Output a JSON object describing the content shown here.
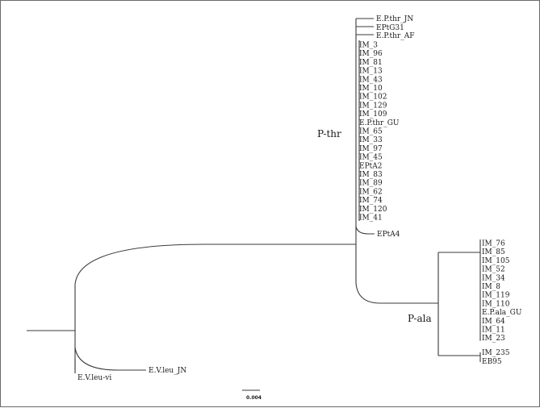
{
  "tree": {
    "clades": {
      "p_thr": "P-thr",
      "p_ala": "P-ala"
    },
    "p_thr_top_leaves": [
      "E.P.thr_JN",
      "EPtG31",
      "E.P.thr_AF"
    ],
    "p_thr_leaves": [
      "IM_3",
      "IM_96",
      "IM_81",
      "IM_13",
      "IM_43",
      "IM_10",
      "IM_102",
      "IM_129",
      "IM_109",
      "E.P.thr_GU",
      "IM_65",
      "IM_33",
      "IM_97",
      "IM_45",
      "EPtA2",
      "IM_83",
      "IM_89",
      "IM_62",
      "IM_74",
      "IM_120",
      "IM_41"
    ],
    "p_thr_outlier": "EPtA4",
    "p_ala_leaves": [
      "IM_76",
      "IM_85",
      "IM_105",
      "IM_52",
      "IM_34",
      "IM_8",
      "IM_119",
      "IM_110",
      "E.P.ala_GU",
      "IM_64",
      "IM_11",
      "IM_23"
    ],
    "p_ala_pair": [
      "IM_235",
      "EB95"
    ],
    "outgroup": [
      "E.V.leu_JN",
      "E.V.leu-vi"
    ],
    "scale_bar": "0.004"
  }
}
